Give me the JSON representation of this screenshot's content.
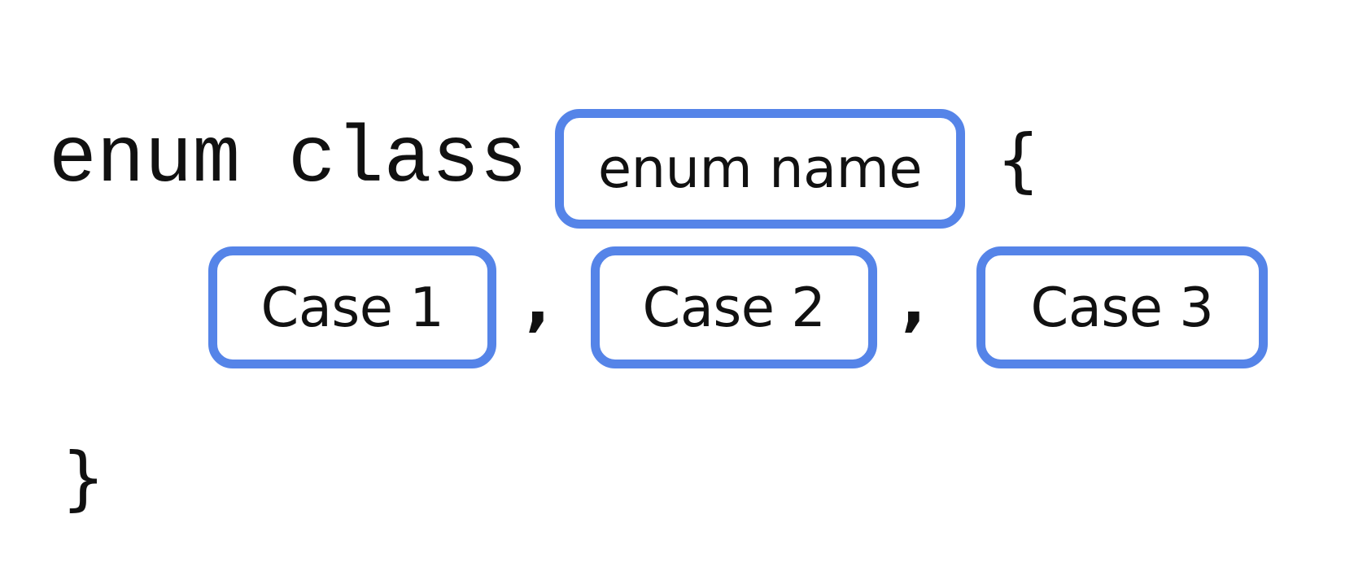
{
  "diagram": {
    "title_hint": "enum class syntax diagram",
    "keyword": "enum class",
    "open_brace": "{",
    "close_brace": "}",
    "separator": ",",
    "enum_name_label": "enum name",
    "cases": [
      "Case 1",
      "Case 2",
      "Case 3"
    ],
    "colors": {
      "box_border": "#5584E8",
      "text": "#111111",
      "background": "#FFFFFF"
    }
  }
}
